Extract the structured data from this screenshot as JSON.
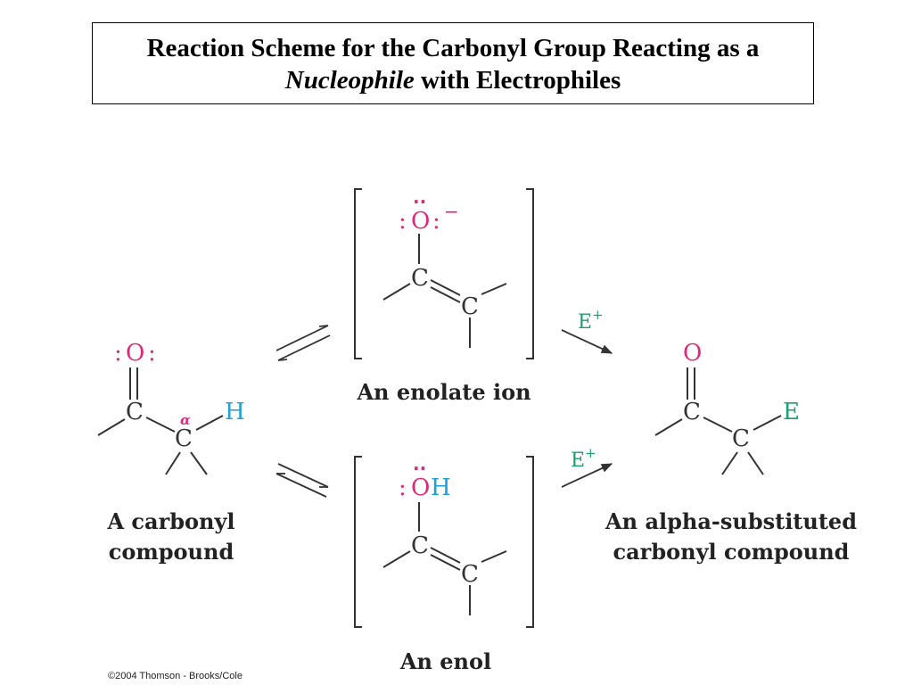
{
  "title": {
    "prefix": "Reaction Scheme for the Carbonyl Group Reacting as a ",
    "emphasis": "Nucleophile",
    "suffix": " with Electrophiles"
  },
  "atoms": {
    "carbon": "C",
    "oxygen": "O",
    "hydrogen": "H",
    "electrophile": "E",
    "hydroxyl": "OH",
    "alpha": "α",
    "lone_pair_left": ":",
    "lone_pair_right": ":",
    "lone_pair_top": "··",
    "negative_charge": "−",
    "reagent": "E",
    "reagent_charge": "+"
  },
  "labels": {
    "carbonyl_line1": "A carbonyl",
    "carbonyl_line2": "compound",
    "enolate": "An enolate ion",
    "enol": "An enol",
    "product_line1": "An alpha-substituted",
    "product_line2": "carbonyl compound"
  },
  "colors": {
    "oxygen": "#e0287a",
    "hydrogen": "#1e9fd6",
    "electrophile": "#19a06e",
    "alpha": "#e0287a",
    "bond": "#333333"
  },
  "copyright": "©2004 Thomson - Brooks/Cole"
}
